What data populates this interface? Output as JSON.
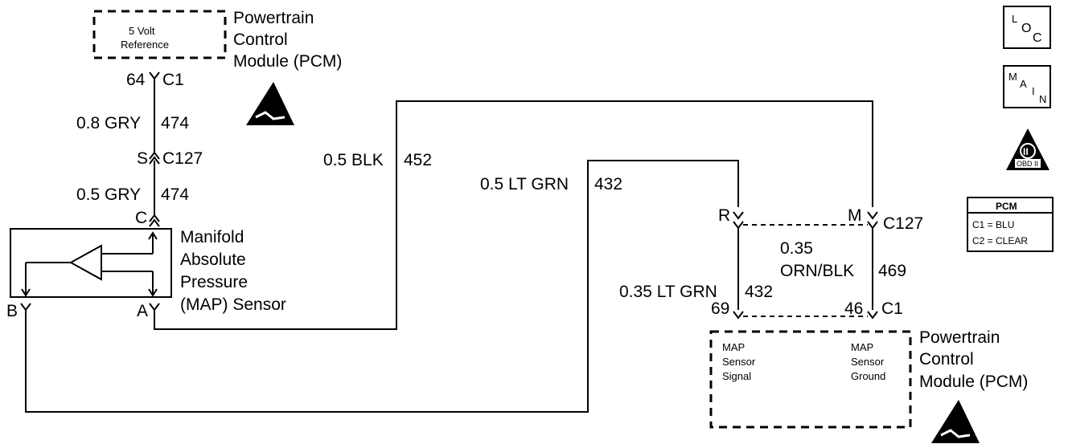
{
  "pcm_top": {
    "inner_line1": "5 Volt",
    "inner_line2": "Reference",
    "title_line1": "Powertrain",
    "title_line2": "Control",
    "title_line3": "Module (PCM)",
    "pin": "64",
    "connector": "C1"
  },
  "wire_474_upper": {
    "gauge_color": "0.8 GRY",
    "circuit": "474"
  },
  "connector_c127_upper": {
    "pin": "S",
    "name": "C127"
  },
  "wire_474_lower": {
    "gauge_color": "0.5 GRY",
    "circuit": "474"
  },
  "map_sensor": {
    "pin_c": "C",
    "pin_a": "A",
    "pin_b": "B",
    "name_line1": "Manifold",
    "name_line2": "Absolute",
    "name_line3": "Pressure",
    "name_line4": "(MAP) Sensor"
  },
  "wire_452": {
    "gauge_color": "0.5 BLK",
    "circuit": "452"
  },
  "wire_432_upper": {
    "gauge_color": "0.5 LT GRN",
    "circuit": "432"
  },
  "connector_c127_lower": {
    "pin_r": "R",
    "pin_m": "M",
    "name": "C127"
  },
  "wire_469": {
    "gauge": "0.35",
    "color": "ORN/BLK",
    "circuit": "469"
  },
  "wire_432_lower": {
    "gauge_color": "0.35 LT GRN",
    "circuit": "432"
  },
  "pcm_bottom": {
    "pin_signal": "69",
    "pin_ground": "46",
    "connector": "C1",
    "signal_line1": "MAP",
    "signal_line2": "Sensor",
    "signal_line3": "Signal",
    "ground_line1": "MAP",
    "ground_line2": "Sensor",
    "ground_line3": "Ground",
    "title_line1": "Powertrain",
    "title_line2": "Control",
    "title_line3": "Module (PCM)"
  },
  "legend": {
    "loc_l": "L",
    "loc_o": "O",
    "loc_c": "C",
    "main_m": "M",
    "main_a": "A",
    "main_i": "I",
    "main_n": "N",
    "obd_label": "OBD II",
    "pcm_title": "PCM",
    "pcm_c1": "C1 = BLU",
    "pcm_c2": "C2 = CLEAR"
  },
  "icons": [
    "esd-warning-icon",
    "obd-ii-icon",
    "loc-icon",
    "main-icon"
  ],
  "colors": {
    "ink": "#000000",
    "background": "#ffffff"
  }
}
